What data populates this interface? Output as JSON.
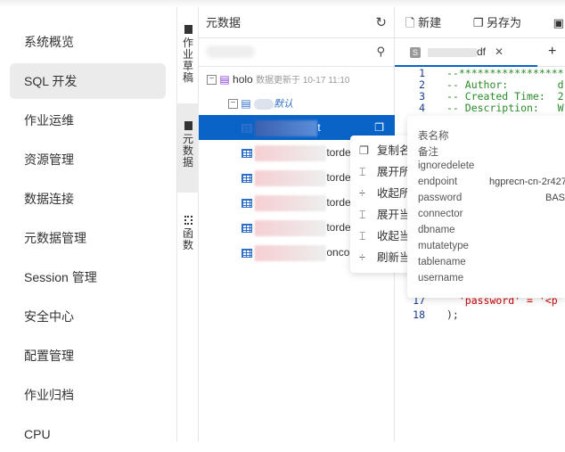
{
  "nav": {
    "items": [
      "系统概览",
      "SQL 开发",
      "作业运维",
      "资源管理",
      "数据连接",
      "元数据管理",
      "Session 管理",
      "安全中心",
      "配置管理",
      "作业归档",
      "CPU"
    ],
    "active": 1
  },
  "vtabs": [
    "作业草稿",
    "元数据",
    "函数"
  ],
  "tree": {
    "title": "元数据",
    "root": "holo",
    "root_sub": "数据更新于 10-17 11:10",
    "db": "默认",
    "rows": [
      "t",
      "torde",
      "torde",
      "torde",
      "torde",
      "onco"
    ]
  },
  "toolbar": {
    "new": "新建",
    "save_as": "另存为",
    "save": "保"
  },
  "editor": {
    "tab": "df",
    "lines": [
      {
        "n": "1",
        "t": "--*****************"
      },
      {
        "n": "2",
        "t": "-- Author:        d"
      },
      {
        "n": "3",
        "t": "-- Created Time:  2"
      },
      {
        "n": "4",
        "t": "-- Description:   W"
      },
      {
        "n": "17",
        "t": "  'password' = '<p"
      },
      {
        "n": "18",
        "t": ");"
      }
    ]
  },
  "context_menu": [
    "复制名",
    "展开所",
    "收起所",
    "展开当",
    "收起当",
    "刷新当"
  ],
  "tooltip": {
    "fields": [
      "表名称",
      "备注",
      "ignoredelete",
      "endpoint",
      "password",
      "connector",
      "dbname",
      "mutatetype",
      "tablename",
      "username"
    ],
    "endpoint_value": "hgprecn-cn-2r427",
    "password_value": "BASI"
  }
}
